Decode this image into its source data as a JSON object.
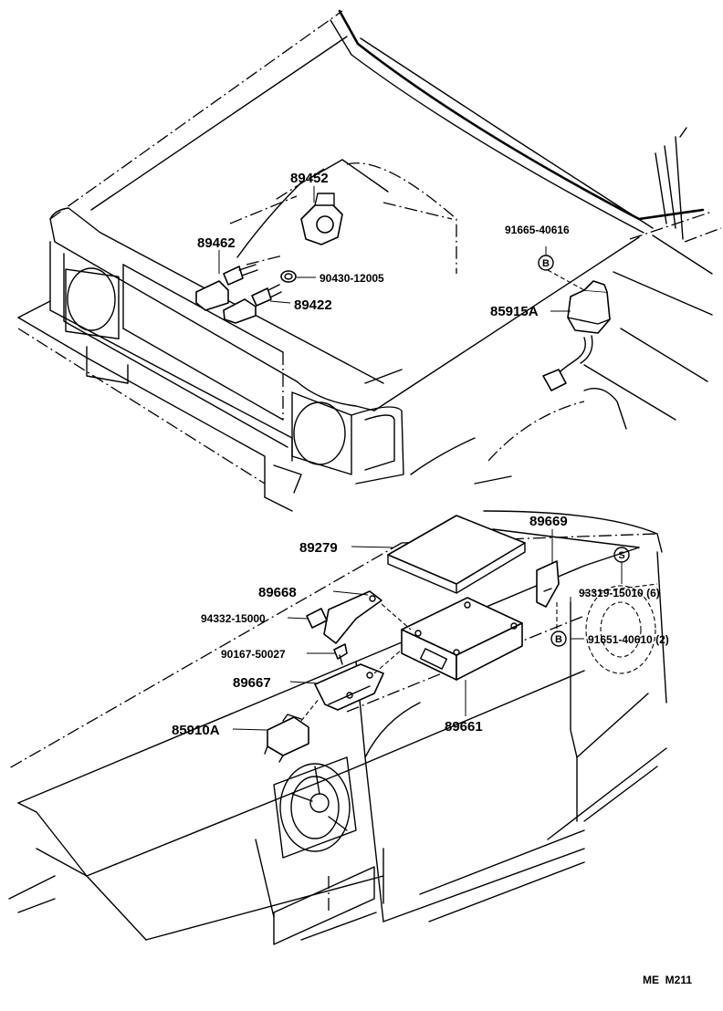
{
  "diagram_code": "ME  M211",
  "callouts": {
    "b_upper": "B",
    "s": "S",
    "b_lower": "B"
  },
  "parts": {
    "p89452": "89452",
    "p89462": "89462",
    "p90430": "90430-12005",
    "p89422": "89422",
    "p91665": "91665-40616",
    "p85915A": "85915A",
    "p89279": "89279",
    "p89669": "89669",
    "p89668": "89668",
    "p94332": "94332-15000",
    "p90167": "90167-50027",
    "p89667": "89667",
    "p85910A": "85910A",
    "p89661": "89661",
    "p93319": "93319-15010 (6)",
    "p91651": "91651-40610 (2)"
  }
}
